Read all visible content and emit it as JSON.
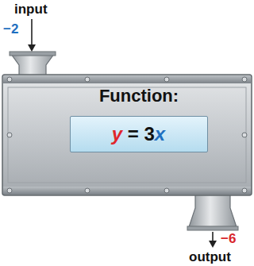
{
  "diagram": {
    "nodes": [
      {
        "text": [
          "Function:"
        ]
      },
      {
        "text": [
          "y = 3x"
        ],
        "in": 0
      }
    ],
    "labels": [
      "input",
      "−2",
      "−6",
      "output"
    ]
  }
}
